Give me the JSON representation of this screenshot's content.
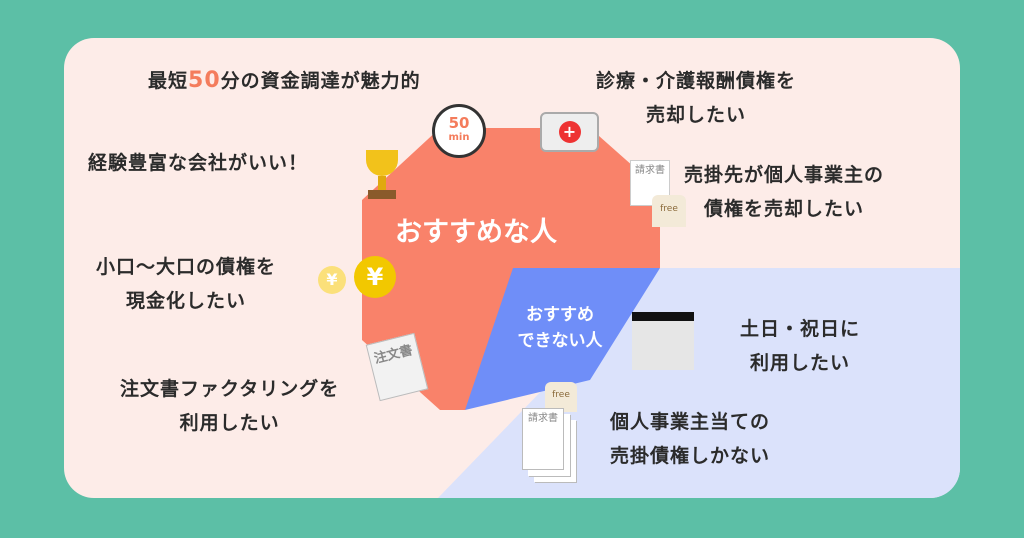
{
  "center_labels": {
    "recommended": "おすすめな人",
    "not_recommended_line1": "おすすめ",
    "not_recommended_line2": "できない人"
  },
  "recommended": [
    {
      "prefix": "最短",
      "highlight": "50",
      "suffix": "分の資金調達が魅力的"
    },
    {
      "line1": "診療・介護報酬債権を",
      "line2": "売却したい"
    },
    {
      "line1": "経験豊富な会社がいい！"
    },
    {
      "line1": "売掛先が個人事業主の",
      "line2": "債権を売却したい"
    },
    {
      "line1": "小口〜大口の債権を",
      "line2": "現金化したい"
    },
    {
      "line1": "注文書ファクタリングを",
      "line2": "利用したい"
    }
  ],
  "not_recommended": [
    {
      "line1": "土日・祝日に",
      "line2": "利用したい"
    },
    {
      "line1": "個人事業主当ての",
      "line2": "売掛債権しかない"
    }
  ],
  "icon_texts": {
    "timer_num": "50",
    "timer_unit": "min",
    "invoice": "請求書",
    "order": "注文書",
    "shirt": "free",
    "yen": "¥"
  },
  "colors": {
    "background": "#5cbfa6",
    "card": "#fdece8",
    "octagon": "#f9826a",
    "blue": "#6f8ef8",
    "light_blue": "#dbe2fb",
    "accent": "#f47c5c"
  }
}
